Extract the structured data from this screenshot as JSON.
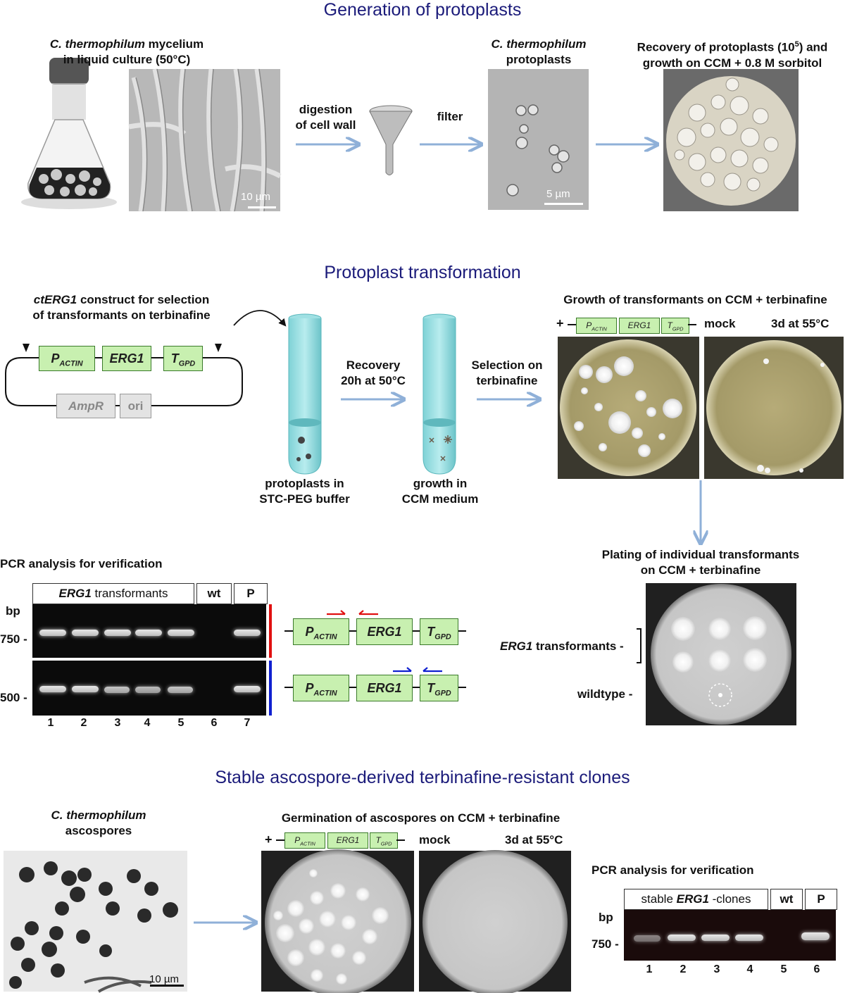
{
  "sections": {
    "s1_title": "Generation of protoplasts",
    "s2_title": "Protoplast transformation",
    "s3_title": "Stable ascospore-derived terbinafine-resistant clones"
  },
  "s1": {
    "mycelium_species": "C. thermophilum",
    "mycelium_rest": " mycelium",
    "mycelium_line2": "in liquid culture (50°C)",
    "digestion_l1": "digestion",
    "digestion_l2": "of cell wall",
    "filter": "filter",
    "protoplast_species": "C. thermophilum",
    "protoplast_l2": "protoplasts",
    "recovery_l1a": "Recovery of protoplasts (10",
    "recovery_sup": "5",
    "recovery_l1b": ") and",
    "recovery_l2": "growth on CCM + 0.8 M sorbitol",
    "scale1": "10 µm",
    "scale2": "5 µm"
  },
  "s2": {
    "construct_l1_it": "ctERG1",
    "construct_l1": " construct for selection",
    "construct_l2": "of transformants on terbinafine",
    "p_actin": "P",
    "p_actin_sub": "ACTIN",
    "erg1": "ERG1",
    "t_gpd": "T",
    "t_gpd_sub": "GPD",
    "ampr": "AmpR",
    "ori": "ori",
    "recovery_l1": "Recovery",
    "recovery_l2": "20h at 50°C",
    "selection_l1": "Selection on",
    "selection_l2": "terbinafine",
    "tube1_l1": "protoplasts in",
    "tube1_l2": "STC-PEG buffer",
    "tube2_l1": "growth in",
    "tube2_l2": "CCM medium",
    "growth_title": "Growth of transformants on CCM + terbinafine",
    "plus": "+",
    "dash": "-",
    "mock": "mock",
    "time": "3d at 55°C",
    "plating_l1": "Plating of individual transformants",
    "plating_l2": "on CCM + terbinafine",
    "erg1_transformants_it": "ERG1",
    "erg1_transformants": " transformants",
    "wildtype": "wildtype",
    "pcr_title": "PCR analysis for verification",
    "gel_hdr_it": "ERG1",
    "gel_hdr": " transformants",
    "wt": "wt",
    "p": "P",
    "bp": "bp",
    "m750": "750",
    "m500": "500",
    "lanes": [
      "1",
      "2",
      "3",
      "4",
      "5",
      "6",
      "7"
    ]
  },
  "s3": {
    "species": "C. thermophilum",
    "ascospores": "ascospores",
    "germ_title": "Germination of ascospores on CCM + terbinafine",
    "mock": "mock",
    "time": "3d at 55°C",
    "pcr_title": "PCR analysis for verification",
    "hdr_a": "stable ",
    "hdr_it": "ERG1",
    "hdr_b": " -clones",
    "wt": "wt",
    "p": "P",
    "bp": "bp",
    "m750": "750",
    "lanes": [
      "1",
      "2",
      "3",
      "4",
      "5",
      "6"
    ],
    "scale": "10 µm"
  },
  "colors": {
    "title": "#1b1b7a",
    "arrow": "#8fb0d8",
    "red": "#e01010",
    "blue": "#1020d0",
    "gene": "#c8f0b0"
  }
}
